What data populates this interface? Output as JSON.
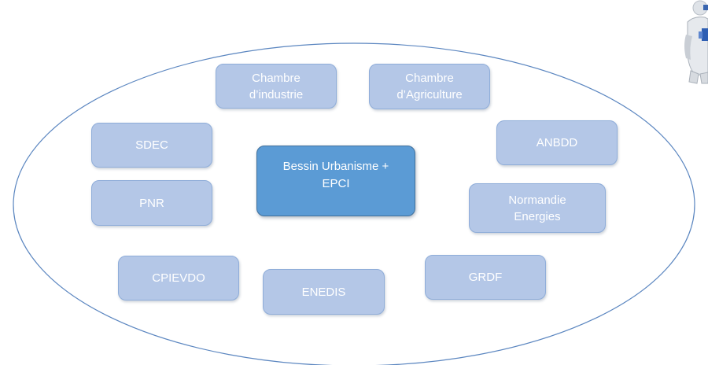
{
  "diagram": {
    "center": {
      "label": "Bessin Urbanisme +\nEPCI"
    },
    "nodes": {
      "chambre_industrie": {
        "label": "Chambre\nd’industrie"
      },
      "chambre_agriculture": {
        "label": "Chambre\nd’Agriculture"
      },
      "sdec": {
        "label": "SDEC"
      },
      "anbdd": {
        "label": "ANBDD"
      },
      "pnr": {
        "label": "PNR"
      },
      "normandie_energies": {
        "label": "Normandie\nEnergies"
      },
      "cpievdo": {
        "label": "CPIEVDO"
      },
      "enedis": {
        "label": "ENEDIS"
      },
      "grdf": {
        "label": "GRDF"
      }
    }
  },
  "colors": {
    "node_fill": "#b4c7e7",
    "node_border": "#8fadd9",
    "center_fill": "#5b9bd5",
    "center_border": "#41719c",
    "ellipse_stroke": "#5b86c0",
    "text": "#ffffff"
  },
  "icons": {
    "corner": "robot-figure-icon"
  }
}
